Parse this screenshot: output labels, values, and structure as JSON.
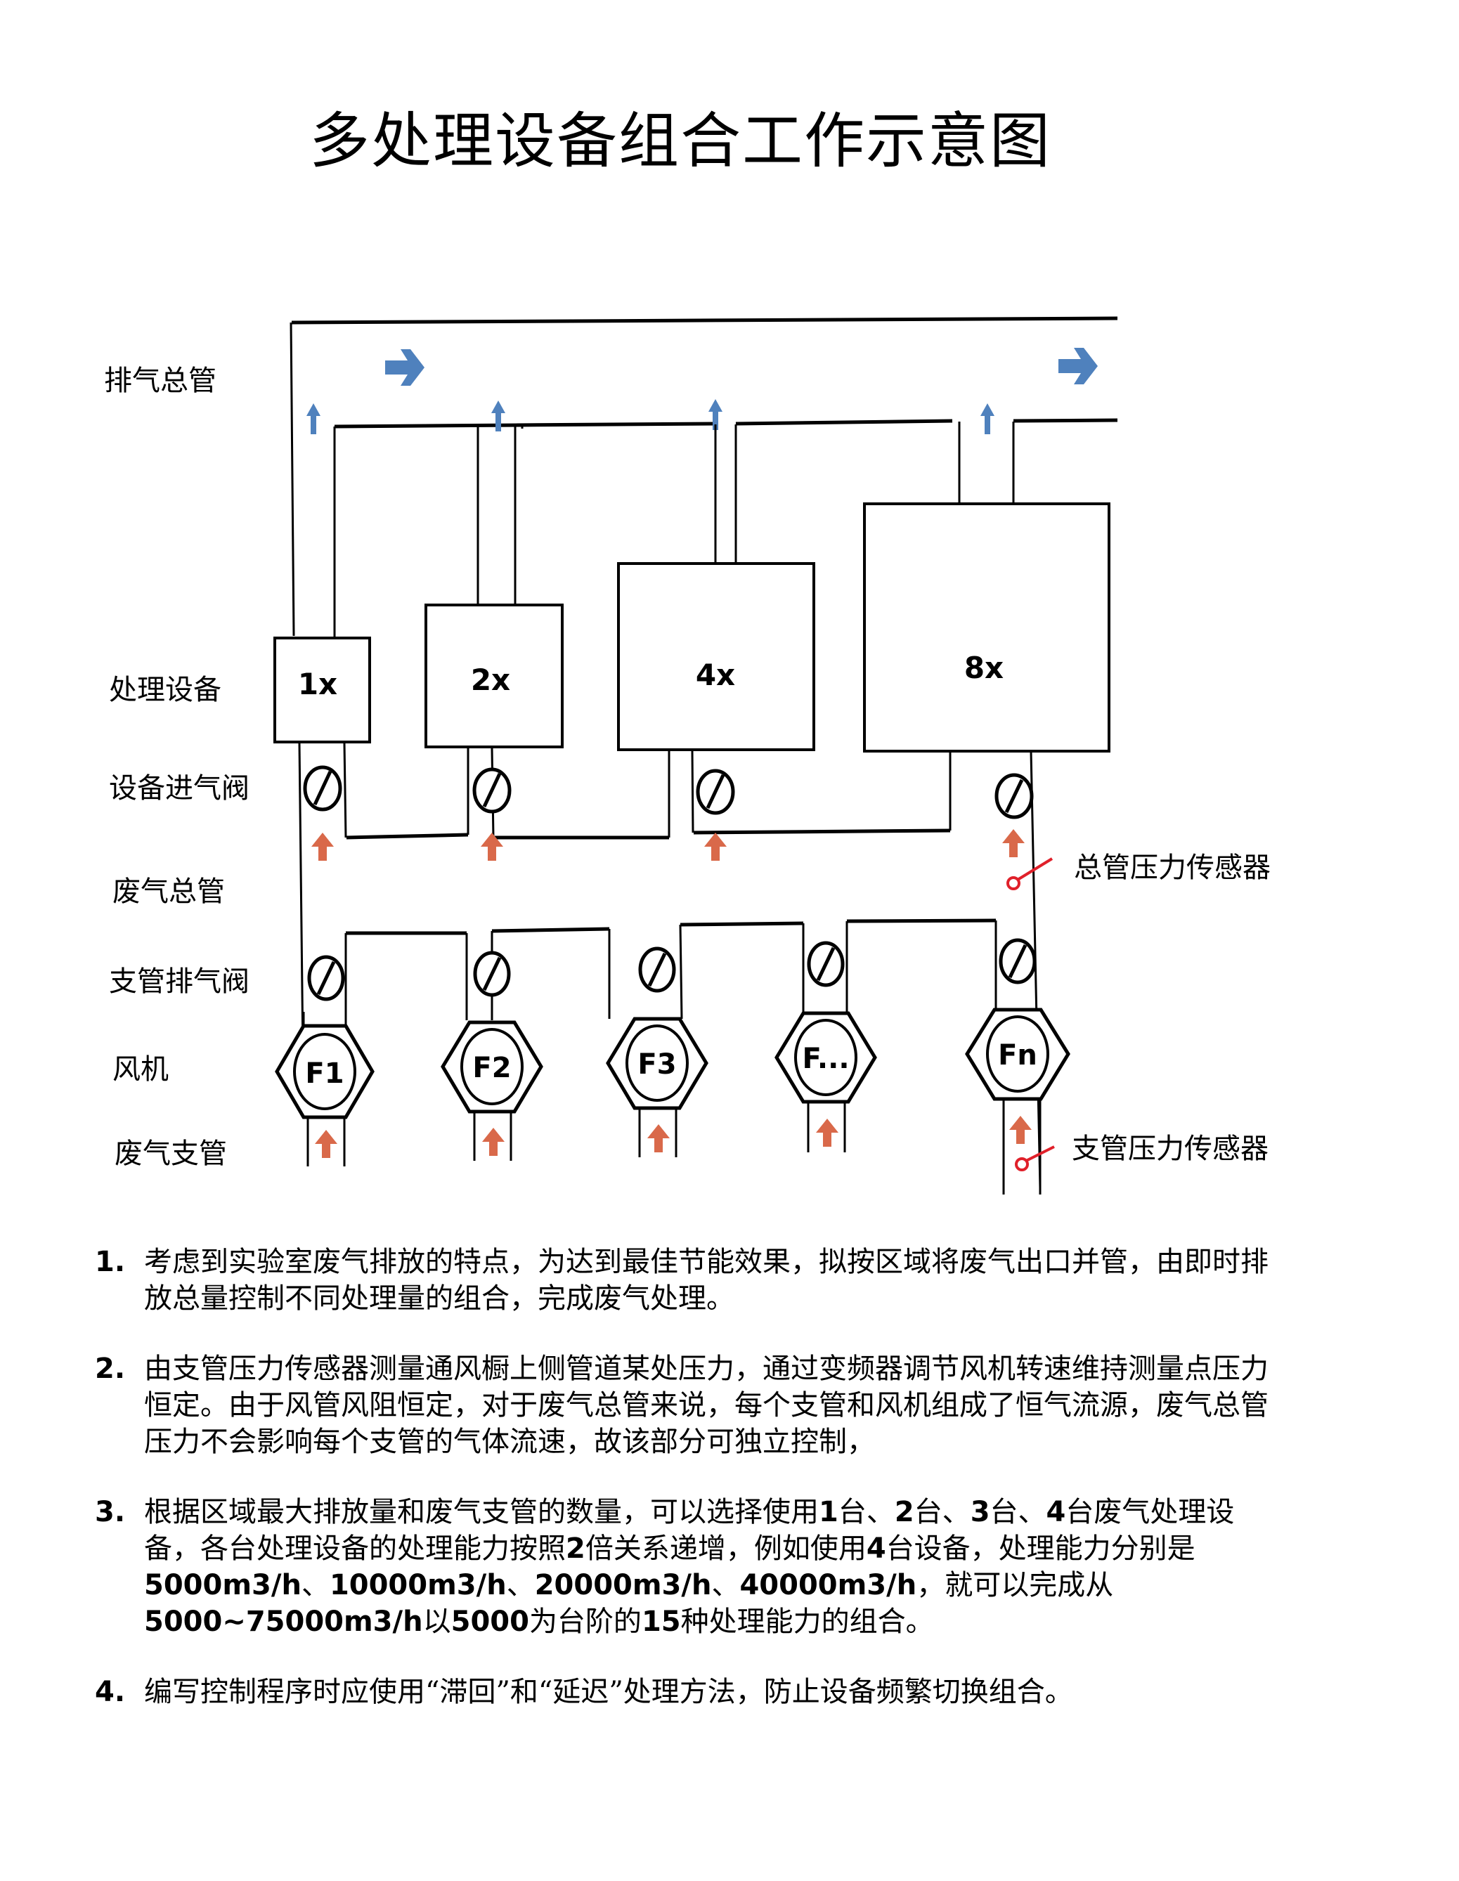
{
  "title": "多处理设备组合工作示意图",
  "row_labels": {
    "exhaust_main": "排气总管",
    "treatment_equipment": "处理设备",
    "equipment_inlet_valve": "设备进气阀",
    "waste_gas_main": "废气总管",
    "branch_exhaust_valve": "支管排气阀",
    "fan": "风机",
    "waste_gas_branch": "废气支管"
  },
  "equipment": [
    {
      "label": "1x",
      "capacity_factor": 1
    },
    {
      "label": "2x",
      "capacity_factor": 2
    },
    {
      "label": "4x",
      "capacity_factor": 4
    },
    {
      "label": "8x",
      "capacity_factor": 8
    }
  ],
  "fans": [
    {
      "label": "F1"
    },
    {
      "label": "F2"
    },
    {
      "label": "F3"
    },
    {
      "label": "F..."
    },
    {
      "label": "Fn"
    }
  ],
  "sensors": {
    "main_pressure_sensor": "总管压力传感器",
    "branch_pressure_sensor": "支管压力传感器"
  },
  "colors": {
    "exhaust_arrow": "#4f81bd",
    "waste_arrow": "#d9694a",
    "sensor": "#e0202a",
    "line": "#000000"
  },
  "icons": {
    "flow_arrow_right": "arrow-right-icon",
    "flow_arrow_up": "arrow-up-icon",
    "valve": "butterfly-valve-icon",
    "fan": "fan-hexagon-icon",
    "sensor": "pressure-sensor-icon"
  },
  "notes": [
    {
      "num": "1.",
      "segments": [
        {
          "t": "考虑到实验室废气排放的特点，为达到最佳节能效果，拟按区域将废气出口并管，由即时排放总量控制不同处理量的组合，完成废气处理。",
          "b": false
        }
      ]
    },
    {
      "num": "2.",
      "segments": [
        {
          "t": "由支管压力传感器测量通风橱上侧管道某处压力，通过变频器调节风机转速维持测量点压力恒定。由于风管风阻恒定，对于废气总管来说，每个支管和风机组成了恒气流源，废气总管压力不会影响每个支管的气体流速，故该部分可独立控制，",
          "b": false
        }
      ]
    },
    {
      "num": "3.",
      "segments": [
        {
          "t": "根据区域最大排放量和废气支管的数量，可以选择使用",
          "b": false
        },
        {
          "t": "1",
          "b": true
        },
        {
          "t": "台、",
          "b": false
        },
        {
          "t": "2",
          "b": true
        },
        {
          "t": "台、",
          "b": false
        },
        {
          "t": "3",
          "b": true
        },
        {
          "t": "台、",
          "b": false
        },
        {
          "t": "4",
          "b": true
        },
        {
          "t": "台废气处理设备，各台处理设备的处理能力按照",
          "b": false
        },
        {
          "t": "2",
          "b": true
        },
        {
          "t": "倍关系递增，例如使用",
          "b": false
        },
        {
          "t": "4",
          "b": true
        },
        {
          "t": "台设备，处理能力分别是",
          "b": false
        },
        {
          "t": "5000m3/h",
          "b": true
        },
        {
          "t": "、",
          "b": false
        },
        {
          "t": "10000m3/h",
          "b": true
        },
        {
          "t": "、",
          "b": false
        },
        {
          "t": "20000m3/h",
          "b": true
        },
        {
          "t": "、",
          "b": false
        },
        {
          "t": "40000m3/h",
          "b": true
        },
        {
          "t": "，就可以完成从",
          "b": false
        },
        {
          "t": "5000~75000m3/h",
          "b": true
        },
        {
          "t": "以",
          "b": false
        },
        {
          "t": "5000",
          "b": true
        },
        {
          "t": "为台阶的",
          "b": false
        },
        {
          "t": "15",
          "b": true
        },
        {
          "t": "种处理能力的组合。",
          "b": false
        }
      ]
    },
    {
      "num": "4.",
      "segments": [
        {
          "t": "编写控制程序时应使用“滞回”和“延迟”处理方法，防止设备频繁切换组合。",
          "b": false
        }
      ]
    }
  ]
}
